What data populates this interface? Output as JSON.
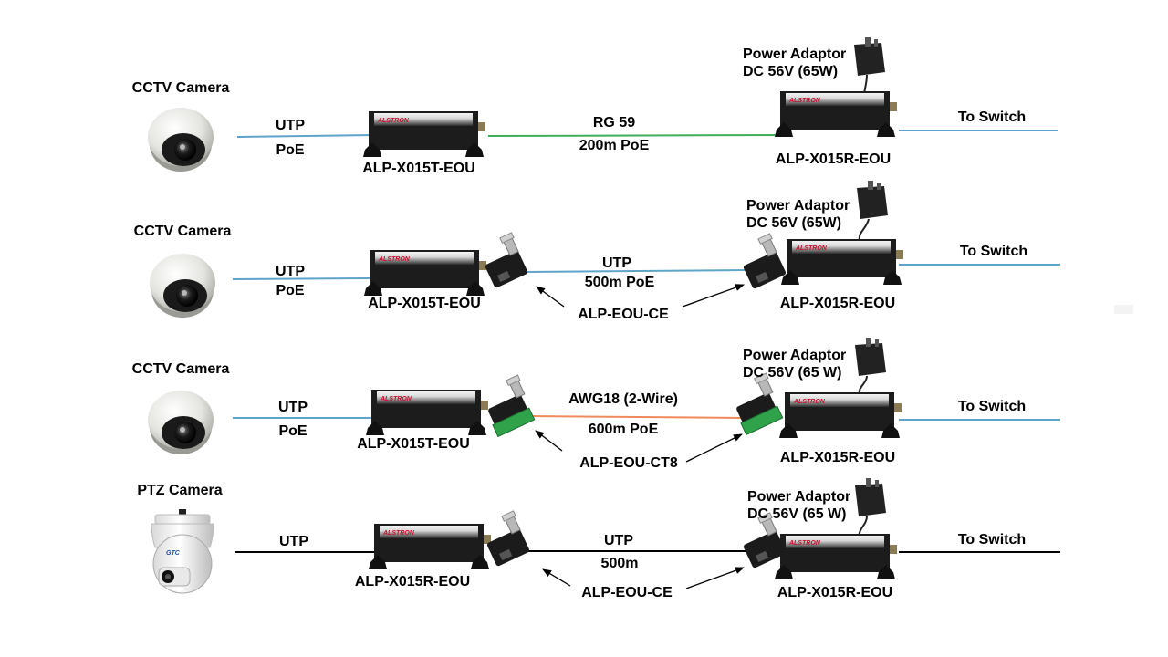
{
  "colors": {
    "utp_cable": "#5ea3c8",
    "coax_cable": "#3fae5a",
    "awg_cable": "#f08a5d",
    "black_cable": "#000000",
    "device_body": "#1c1c1c",
    "brand_red": "#c8102e"
  },
  "rows": [
    {
      "camera": "CCTV Camera",
      "left_top": "UTP",
      "left_bottom": "PoE",
      "transmitter": "ALP-X015T-EOU",
      "link_top": "RG 59",
      "link_bottom": "200m PoE",
      "adaptor_line1": "Power Adaptor",
      "adaptor_line2": "DC 56V (65W)",
      "receiver": "ALP-X015R-EOU",
      "switch": "To Switch"
    },
    {
      "camera": "CCTV Camera",
      "left_top": "UTP",
      "left_bottom": "PoE",
      "transmitter": "ALP-X015T-EOU",
      "link_top": "UTP",
      "link_bottom": "500m PoE",
      "converter": "ALP-EOU-CE",
      "adaptor_line1": "Power Adaptor",
      "adaptor_line2": "DC 56V (65W)",
      "receiver": "ALP-X015R-EOU",
      "switch": "To Switch"
    },
    {
      "camera": "CCTV Camera",
      "left_top": "UTP",
      "left_bottom": "PoE",
      "transmitter": "ALP-X015T-EOU",
      "link_top": "AWG18 (2-Wire)",
      "link_bottom": "600m PoE",
      "converter": "ALP-EOU-CT8",
      "adaptor_line1": "Power Adaptor",
      "adaptor_line2": "DC 56V (65 W)",
      "receiver": "ALP-X015R-EOU",
      "switch": "To Switch"
    },
    {
      "camera": "PTZ Camera",
      "left_top": "UTP",
      "transmitter": "ALP-X015R-EOU",
      "link_top": "UTP",
      "link_bottom": "500m",
      "converter": "ALP-EOU-CE",
      "adaptor_line1": "Power Adaptor",
      "adaptor_line2": "DC 56V (65 W)",
      "receiver": "ALP-X015R-EOU",
      "switch": "To Switch"
    }
  ],
  "device_brand": "ALSTRON",
  "ptz_logo": "GTC"
}
